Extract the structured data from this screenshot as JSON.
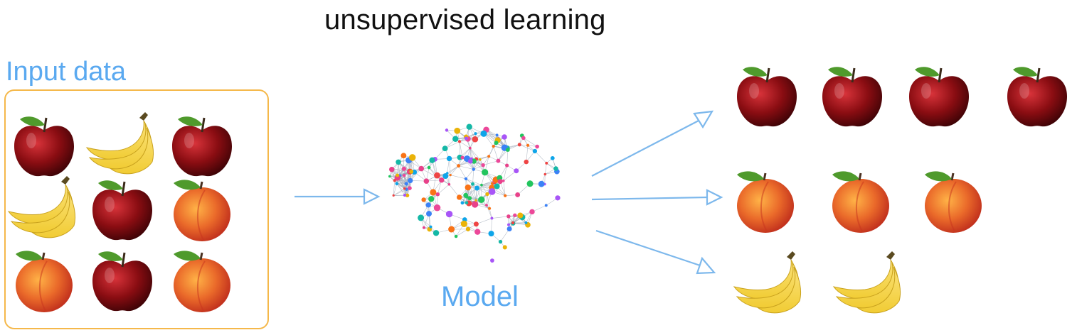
{
  "title": "unsupervised learning",
  "input_label": "Input data",
  "model_label": "Model",
  "colors": {
    "label_blue": "#5aa9f0",
    "box_orange": "#f5b84a",
    "arrow_blue": "#7db8ec",
    "apple_red": "#8a0d12",
    "peach_orange": "#ea6a2a",
    "banana_yellow": "#f1cc34",
    "leaf_green": "#4f9a2c"
  },
  "input_fruits": [
    [
      "apple-icon",
      "banana-icon",
      "apple-icon"
    ],
    [
      "banana-icon",
      "apple-icon",
      "peach-icon"
    ],
    [
      "peach-icon",
      "apple-icon",
      "peach-icon"
    ]
  ],
  "output_clusters": [
    {
      "fruit": "apple-icon",
      "count": 4
    },
    {
      "fruit": "peach-icon",
      "count": 3
    },
    {
      "fruit": "banana-icon",
      "count": 2
    }
  ],
  "model_icon": "neural-network-brain-icon"
}
